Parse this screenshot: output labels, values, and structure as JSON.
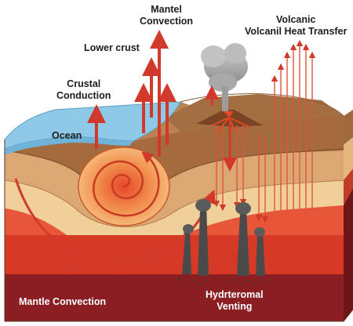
{
  "labels": {
    "mantel_convection_line1": "Mantel",
    "mantel_convection_line2": "Convection",
    "lower_crust": "Lower crust",
    "crustal_conduction_line1": "Crustal",
    "crustal_conduction_line2": "Conduction",
    "ocean": "Ocean",
    "volcanic_line1": "Volcanic",
    "volcanic_line2": "Volcanil Heat Transfer",
    "mantle_convection": "Mantle Convection",
    "hydrothermal_line1": "Hydrteromal",
    "hydrothermal_line2": "Venting"
  },
  "colors": {
    "ocean": "#8ec9e8",
    "crust_top": "#b27a4c",
    "crust_band": "#d7a874",
    "crust_light": "#efcf9a",
    "mantle_upper": "#e2532b",
    "mantle_lower": "#8b1e22",
    "arrow": "#d13a2a",
    "smoke": "#9a9a9a",
    "vent": "#4a4a4a"
  },
  "icons": [
    "volcano-icon",
    "smoke-plume-icon",
    "convection-swirl-icon",
    "vent-chimney-icon"
  ]
}
